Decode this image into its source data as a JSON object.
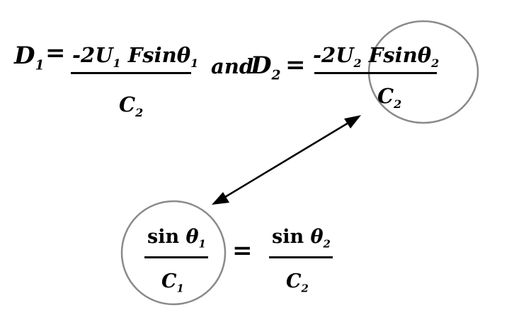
{
  "top": {
    "d1": {
      "symbol": "D",
      "sub": "1"
    },
    "eq_sign": "=",
    "num1": {
      "coef": "-2U",
      "sub": "1",
      "func": "Fsinθ",
      "func_sub": "1"
    },
    "den1": {
      "symbol": "C",
      "sub": "2"
    },
    "connector": "and",
    "d2": {
      "symbol": "D",
      "sub": "2"
    },
    "eq_sign_2": "=",
    "num2": {
      "coef": "-2U",
      "sub": "2",
      "func": "Fsinθ",
      "func_sub": "2"
    },
    "den2": {
      "symbol": "C",
      "sub": "2"
    }
  },
  "bottom": {
    "left_num": {
      "func": "sin",
      "var": "θ",
      "sub": "1"
    },
    "left_den": {
      "symbol": "C",
      "sub": "1"
    },
    "eq_sign": "=",
    "right_num": {
      "func": "sin",
      "var": "θ",
      "sub": "2"
    },
    "right_den": {
      "symbol": "C",
      "sub": "2"
    }
  },
  "colors": {
    "ink": "#000000",
    "circle": "#8a8a8a",
    "background": "#ffffff"
  },
  "arrow": {
    "style": "double-headed"
  }
}
